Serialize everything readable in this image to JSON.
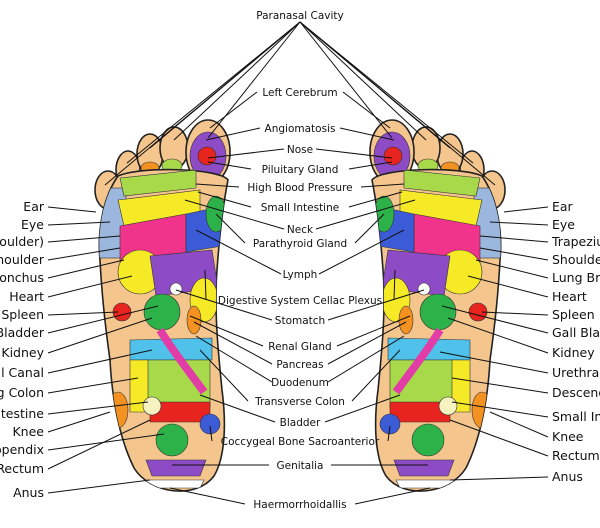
{
  "colors": {
    "skin": "#F5C58E",
    "green": "#2DB24A",
    "lime": "#A8D94A",
    "yellow": "#F6EA27",
    "pink": "#F0348C",
    "magenta": "#E23DA6",
    "purple": "#8E4BC6",
    "blue": "#3C5BD7",
    "lightblue": "#9CB7DE",
    "cyan": "#3CC9E8",
    "red": "#E8241E",
    "orange": "#F39221",
    "skyblue": "#4FC1EB"
  },
  "center_labels": [
    "Paranasal Cavity",
    "Left Cerebrum",
    "Angiomatosis",
    "Nose",
    "Piluitary Gland",
    "High Blood Pressure",
    "Small Intestine",
    "Neck",
    "Parathyroid Gland",
    "Lymph",
    "Digestive System Cellac Plexus",
    "Stomatch",
    "Renal Gland",
    "Pancreas",
    "Duodenum",
    "Transverse Colon",
    "Bladder",
    "Coccygeal Bone Sacroanterior",
    "Genitalia",
    "Haermorrhoidallis"
  ],
  "left_labels": [
    "Ear",
    "Eye",
    "Shoulder)",
    "Shoulder",
    "Bronchus",
    "Heart",
    "Spleen",
    "Gall Bladder",
    "Kidney",
    "Anal Canal",
    "Ascending Colon",
    "Small Intestine",
    "Knee",
    "Appendix",
    "Rectum",
    "Anus"
  ],
  "right_labels": [
    "Ear",
    "Eye",
    "Trapezius",
    "Shoulder",
    "Lung Bronchus",
    "Heart",
    "Spleen",
    "Gall Bladder",
    "Kidney",
    "Urethral",
    "Descending",
    "Small Intestine",
    "Knee",
    "Rectum",
    "Anus"
  ]
}
